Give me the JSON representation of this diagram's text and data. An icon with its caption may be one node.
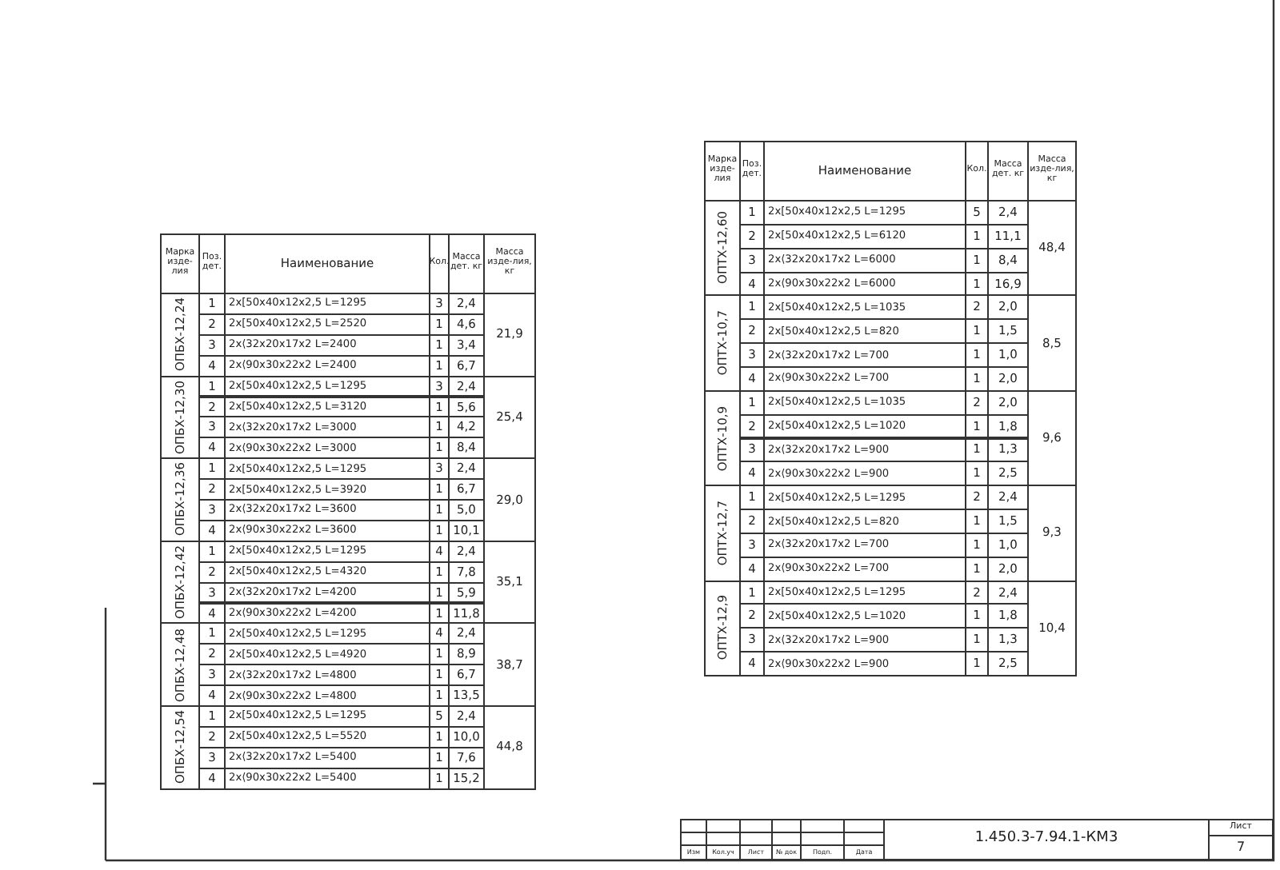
{
  "diagram": {
    "labels": [
      "Марка изде-лия",
      "Поз. дет.",
      "Наименование",
      "Кол.",
      "Масса дет. кг",
      "Масса изде-лия, кг",
      "ОПБХ-12,24",
      "1",
      "2х[50х40х12х2,5 L=1295",
      "3",
      "2,4",
      "21,9",
      "2",
      "2х[50х40х12х2,5 L=2520",
      "1",
      "4,6",
      "3",
      "2х⟨32х20х17х2 L=2400",
      "1",
      "3,4",
      "4",
      "2х⟨90х30х22х2 L=2400",
      "1",
      "6,7",
      "ОПБХ-12,30",
      "1",
      "2х[50х40х12х2,5 L=1295",
      "3",
      "2,4",
      "25,4",
      "2",
      "2х[50х40х12х2,5 L=3120",
      "1",
      "5,6",
      "3",
      "2х⟨32х20х17х2 L=3000",
      "1",
      "4,2",
      "4",
      "2х⟨90х30х22х2 L=3000",
      "1",
      "8,4",
      "ОПБХ-12,36",
      "1",
      "2х[50х40х12х2,5 L=1295",
      "3",
      "2,4",
      "29,0",
      "2",
      "2х[50х40х12х2,5 L=3920",
      "1",
      "6,7",
      "3",
      "2х⟨32х20х17х2 L=3600",
      "1",
      "5,0",
      "4",
      "2х⟨90х30х22х2 L=3600",
      "1",
      "10,1",
      "ОПБХ-12,42",
      "1",
      "2х[50х40х12х2,5 L=1295",
      "4",
      "2,4",
      "35,1",
      "2",
      "2х[50х40х12х2,5 L=4320",
      "1",
      "7,8",
      "3",
      "2х⟨32х20х17х2 L=4200",
      "1",
      "5,9",
      "4",
      "2х⟨90х30х22х2 L=4200",
      "1",
      "11,8",
      "ОПБХ-12,48",
      "1",
      "2х[50х40х12х2,5 L=1295",
      "4",
      "2,4",
      "38,7",
      "2",
      "2х[50х40х12х2,5 L=4920",
      "1",
      "8,9",
      "3",
      "2х⟨32х20х17х2 L=4800",
      "1",
      "6,7",
      "4",
      "2х⟨90х30х22х2 L=4800",
      "1",
      "13,5",
      "ОПБХ-12,54",
      "1",
      "2х[50х40х12х2,5 L=1295",
      "5",
      "2,4",
      "44,8",
      "2",
      "2х[50х40х12х2,5 L=5520",
      "1",
      "10,0",
      "3",
      "2х⟨32х20х17х2 L=5400",
      "1",
      "7,6",
      "4",
      "2х⟨90х30х22х2 L=5400",
      "1",
      "15,2",
      "Марка изде-лия",
      "Поз. дет.",
      "Наименование",
      "Кол.",
      "Масса дет. кг",
      "Масса изде-лия, кг",
      "ОПТХ-12,60",
      "1",
      "2х[50х40х12х2,5 L=1295",
      "5",
      "2,4",
      "48,4",
      "2",
      "2х[50х40х12х2,5 L=6120",
      "1",
      "11,1",
      "3",
      "2х⟨32х20х17х2 L=6000",
      "1",
      "8,4",
      "4",
      "2х⟨90х30х22х2 L=6000",
      "1",
      "16,9",
      "ОПТХ-10,7",
      "1",
      "2х[50х40х12х2,5 L=1035",
      "2",
      "2,0",
      "8,5",
      "2",
      "2х[50х40х12х2,5 L=820",
      "1",
      "1,5",
      "3",
      "2х⟨32х20х17х2 L=700",
      "1",
      "1,0",
      "4",
      "2х⟨90х30х22х2 L=700",
      "1",
      "2,0",
      "ОПТХ-10,9",
      "1",
      "2х[50х40х12х2,5 L=1035",
      "2",
      "2,0",
      "9,6",
      "2",
      "2х[50х40х12х2,5 L=1020",
      "1",
      "1,8",
      "3",
      "2х⟨32х20х17х2 L=900",
      "1",
      "1,3",
      "4",
      "2х⟨90х30х22х2 L=900",
      "1",
      "2,5",
      "ОПТХ-12,7",
      "1",
      "2х[50х40х12х2,5 L=1295",
      "2",
      "2,4",
      "9,3",
      "2",
      "2х[50х40х12х2,5 L=820",
      "1",
      "1,5",
      "3",
      "2х⟨32х20х17х2 L=700",
      "1",
      "1,0",
      "4",
      "2х⟨90х30х22х2 L=700",
      "1",
      "2,0",
      "ОПТХ-12,9",
      "1",
      "2х[50х40х12х2,5 L=1295",
      "2",
      "2,4",
      "10,4",
      "2",
      "2х[50х40х12х2,5 L=1020",
      "1",
      "1,8",
      "3",
      "2х⟨32х20х17х2 L=900",
      "1",
      "1,3",
      "4",
      "2х⟨90х30х22х2 L=900",
      "1",
      "2,5",
      "Изм",
      "Кол.уч",
      "Лист",
      "№ док",
      "Подп.",
      "Дата",
      "1.450.3-7.94.1-КМ3",
      "Лист",
      "7"
    ]
  }
}
